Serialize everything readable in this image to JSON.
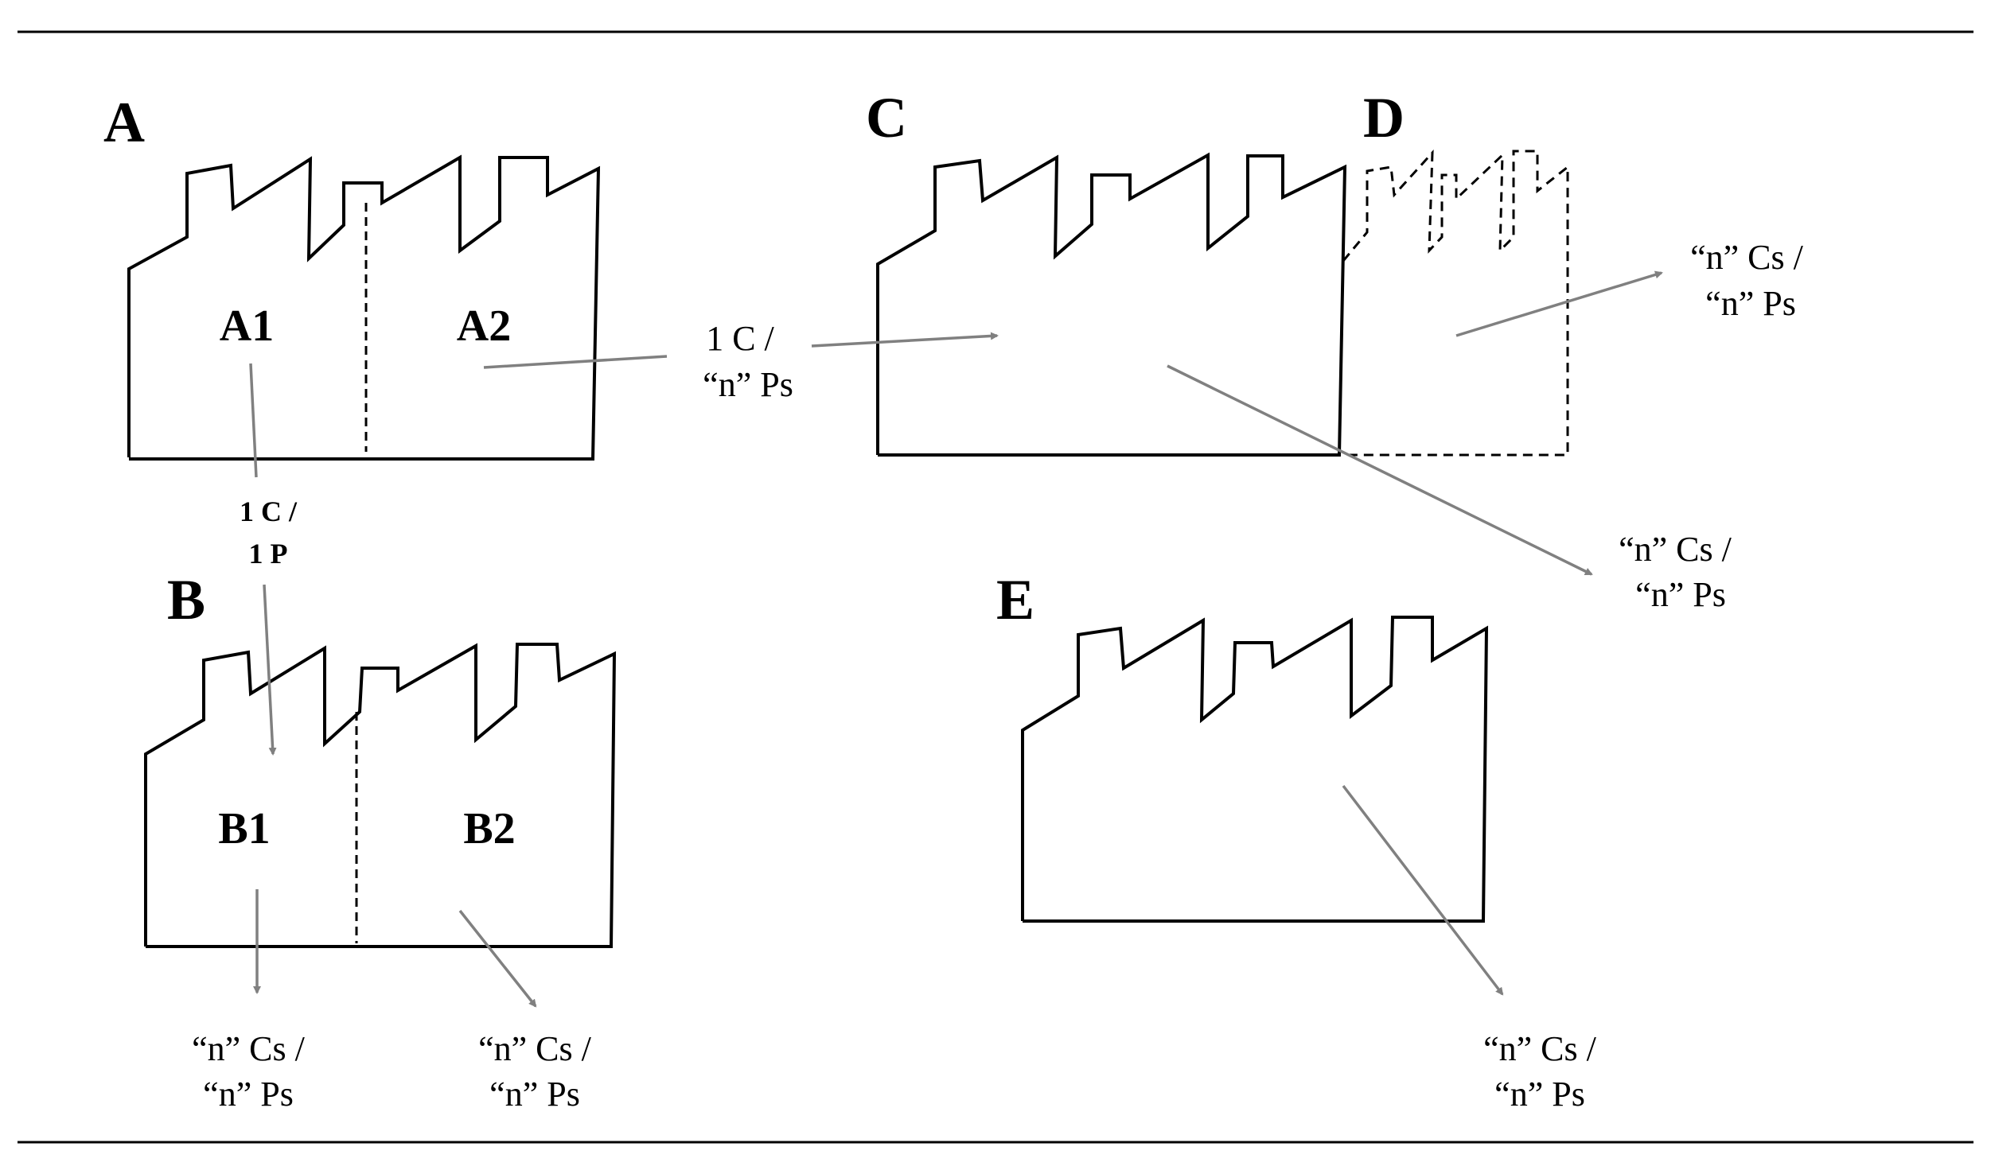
{
  "panels": {
    "A": {
      "letter": "A",
      "left_label": "A1",
      "right_label": "A2"
    },
    "B": {
      "letter": "B",
      "left_label": "B1",
      "right_label": "B2"
    },
    "C": {
      "letter": "C"
    },
    "D": {
      "letter": "D"
    },
    "E": {
      "letter": "E"
    }
  },
  "annotations": {
    "a_to_b": {
      "line1": "1 C /",
      "line2": "1 P"
    },
    "a2_to_c": {
      "line1": "1 C /",
      "line2": "“n” Ps"
    },
    "d_out": {
      "line1": "“n” Cs /",
      "line2": "“n” Ps"
    },
    "cd_out": {
      "line1": "“n” Cs /",
      "line2": "“n” Ps"
    },
    "b1_out": {
      "line1": "“n” Cs /",
      "line2": "“n” Ps"
    },
    "b2_out": {
      "line1": "“n” Cs /",
      "line2": "“n” Ps"
    },
    "e_out": {
      "line1": "“n” Cs /",
      "line2": "“n” Ps"
    }
  },
  "colors": {
    "outline": "#000000",
    "arrow": "#808080",
    "background": "#ffffff"
  }
}
